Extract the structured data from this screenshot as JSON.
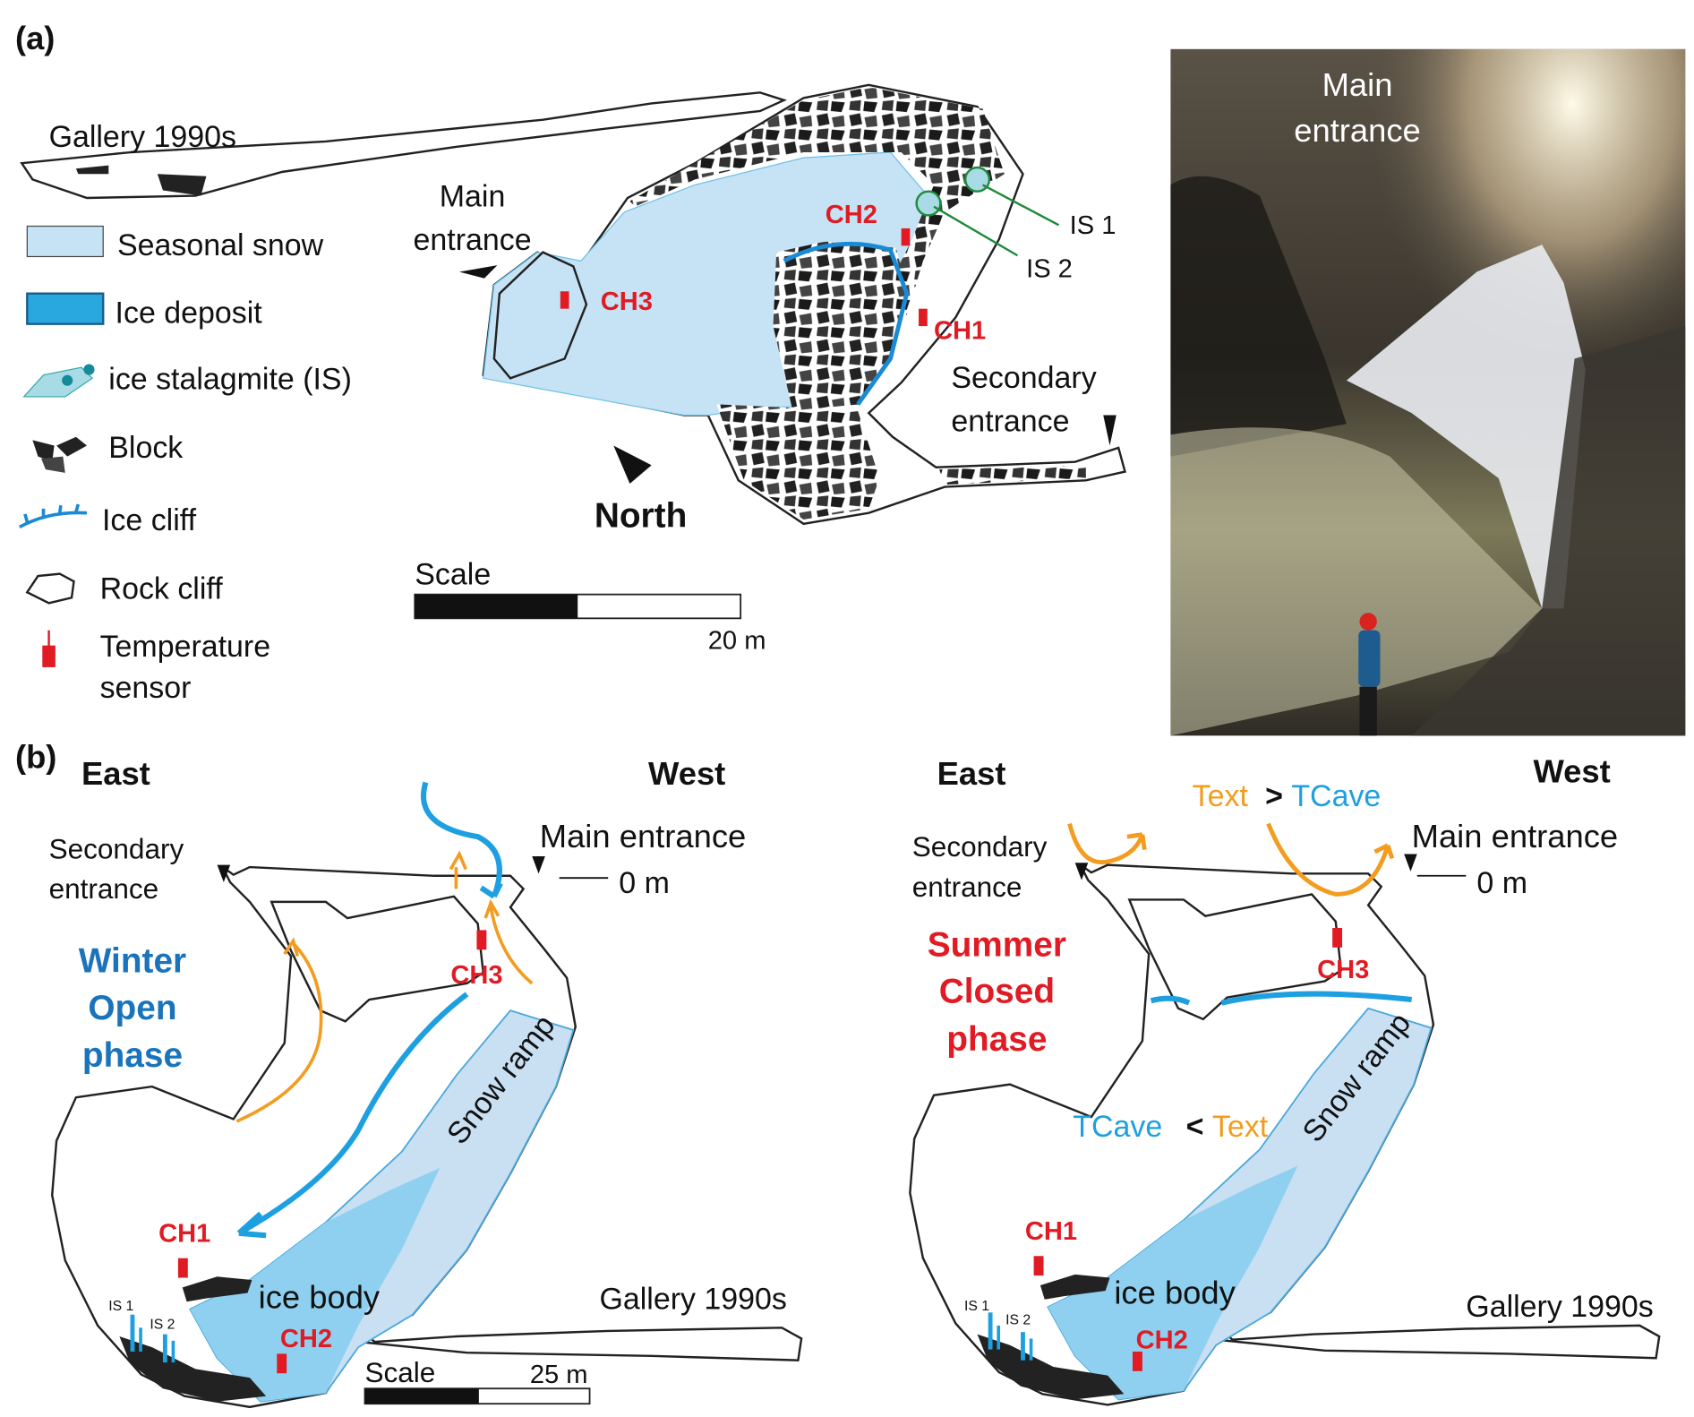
{
  "panel_a": {
    "label": "(a)",
    "gallery": "Gallery 1990s",
    "legend": [
      {
        "label": "Seasonal snow",
        "icon": "seasonal-snow-swatch"
      },
      {
        "label": "Ice deposit",
        "icon": "ice-deposit-swatch"
      },
      {
        "label": "ice stalagmite (IS)",
        "icon": "ice-stalagmite-icon"
      },
      {
        "label": "Block",
        "icon": "block-icon"
      },
      {
        "label": "Ice cliff",
        "icon": "ice-cliff-icon"
      },
      {
        "label": "Rock cliff",
        "icon": "rock-cliff-icon"
      },
      {
        "label": "Temperature",
        "label2": "sensor",
        "icon": "temperature-sensor-icon"
      }
    ],
    "main_entrance": [
      "Main",
      "entrance"
    ],
    "secondary_entrance": [
      "Secondary",
      "entrance"
    ],
    "sensors": [
      "CH1",
      "CH2",
      "CH3"
    ],
    "stalagmites": [
      "IS 1",
      "IS 2"
    ],
    "north": "North",
    "scale": {
      "label": "Scale",
      "value": "20 m"
    },
    "photo": {
      "caption": [
        "Main",
        "entrance"
      ]
    }
  },
  "panel_b": {
    "label": "(b)",
    "left": {
      "east": "East",
      "west": "West",
      "secondary_entrance": [
        "Secondary",
        "entrance"
      ],
      "main_entrance": "Main entrance",
      "depth": "0 m",
      "phase": [
        "Winter",
        "Open",
        "phase"
      ],
      "sensors": [
        "CH1",
        "CH2",
        "CH3"
      ],
      "stalagmites": [
        "IS 1",
        "IS 2"
      ],
      "snow_ramp": "Snow ramp",
      "ice_body": "ice body",
      "gallery": "Gallery 1990s",
      "scale": {
        "label": "Scale",
        "value": "25 m"
      }
    },
    "right": {
      "east": "East",
      "west": "West",
      "secondary_entrance": [
        "Secondary",
        "entrance"
      ],
      "main_entrance": "Main entrance",
      "depth": "0 m",
      "phase": [
        "Summer",
        "Closed",
        "phase"
      ],
      "top_relation": {
        "a": "Text",
        "op": ">",
        "b": "TCave"
      },
      "mid_relation": {
        "a": "TCave",
        "op": "<",
        "b": "Text"
      },
      "sensors": [
        "CH1",
        "CH2",
        "CH3"
      ],
      "stalagmites": [
        "IS 1",
        "IS 2"
      ],
      "snow_ramp": "Snow ramp",
      "ice_body": "ice body",
      "gallery": "Gallery 1990s"
    }
  },
  "colors": {
    "snow": "#c6e3f5",
    "ice": "#29a8e0",
    "sensor": "#e01b24",
    "winter": "#1a74bb",
    "warm_air": "#f39c1f",
    "cold_air": "#1ea0e0",
    "stalagmite_circle": "#1f8a3a"
  }
}
